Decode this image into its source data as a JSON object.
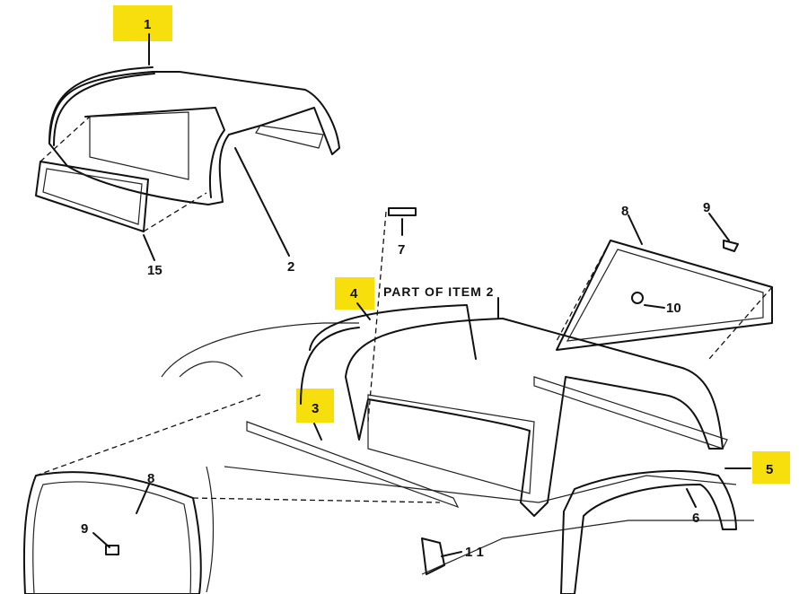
{
  "colors": {
    "highlight": "#f7df0e",
    "line": "#111111"
  },
  "callouts": {
    "c1": "1",
    "c2": "2",
    "c15": "15",
    "c7": "7",
    "c8a": "8",
    "c9a": "9",
    "c4": "4",
    "part_of": "PART OF ITEM 2",
    "c10": "10",
    "c3": "3",
    "c5": "5",
    "c6": "6",
    "c8b": "8",
    "c9b": "9",
    "c11": "1 1"
  },
  "highlighted": [
    "1",
    "4",
    "3",
    "5"
  ]
}
